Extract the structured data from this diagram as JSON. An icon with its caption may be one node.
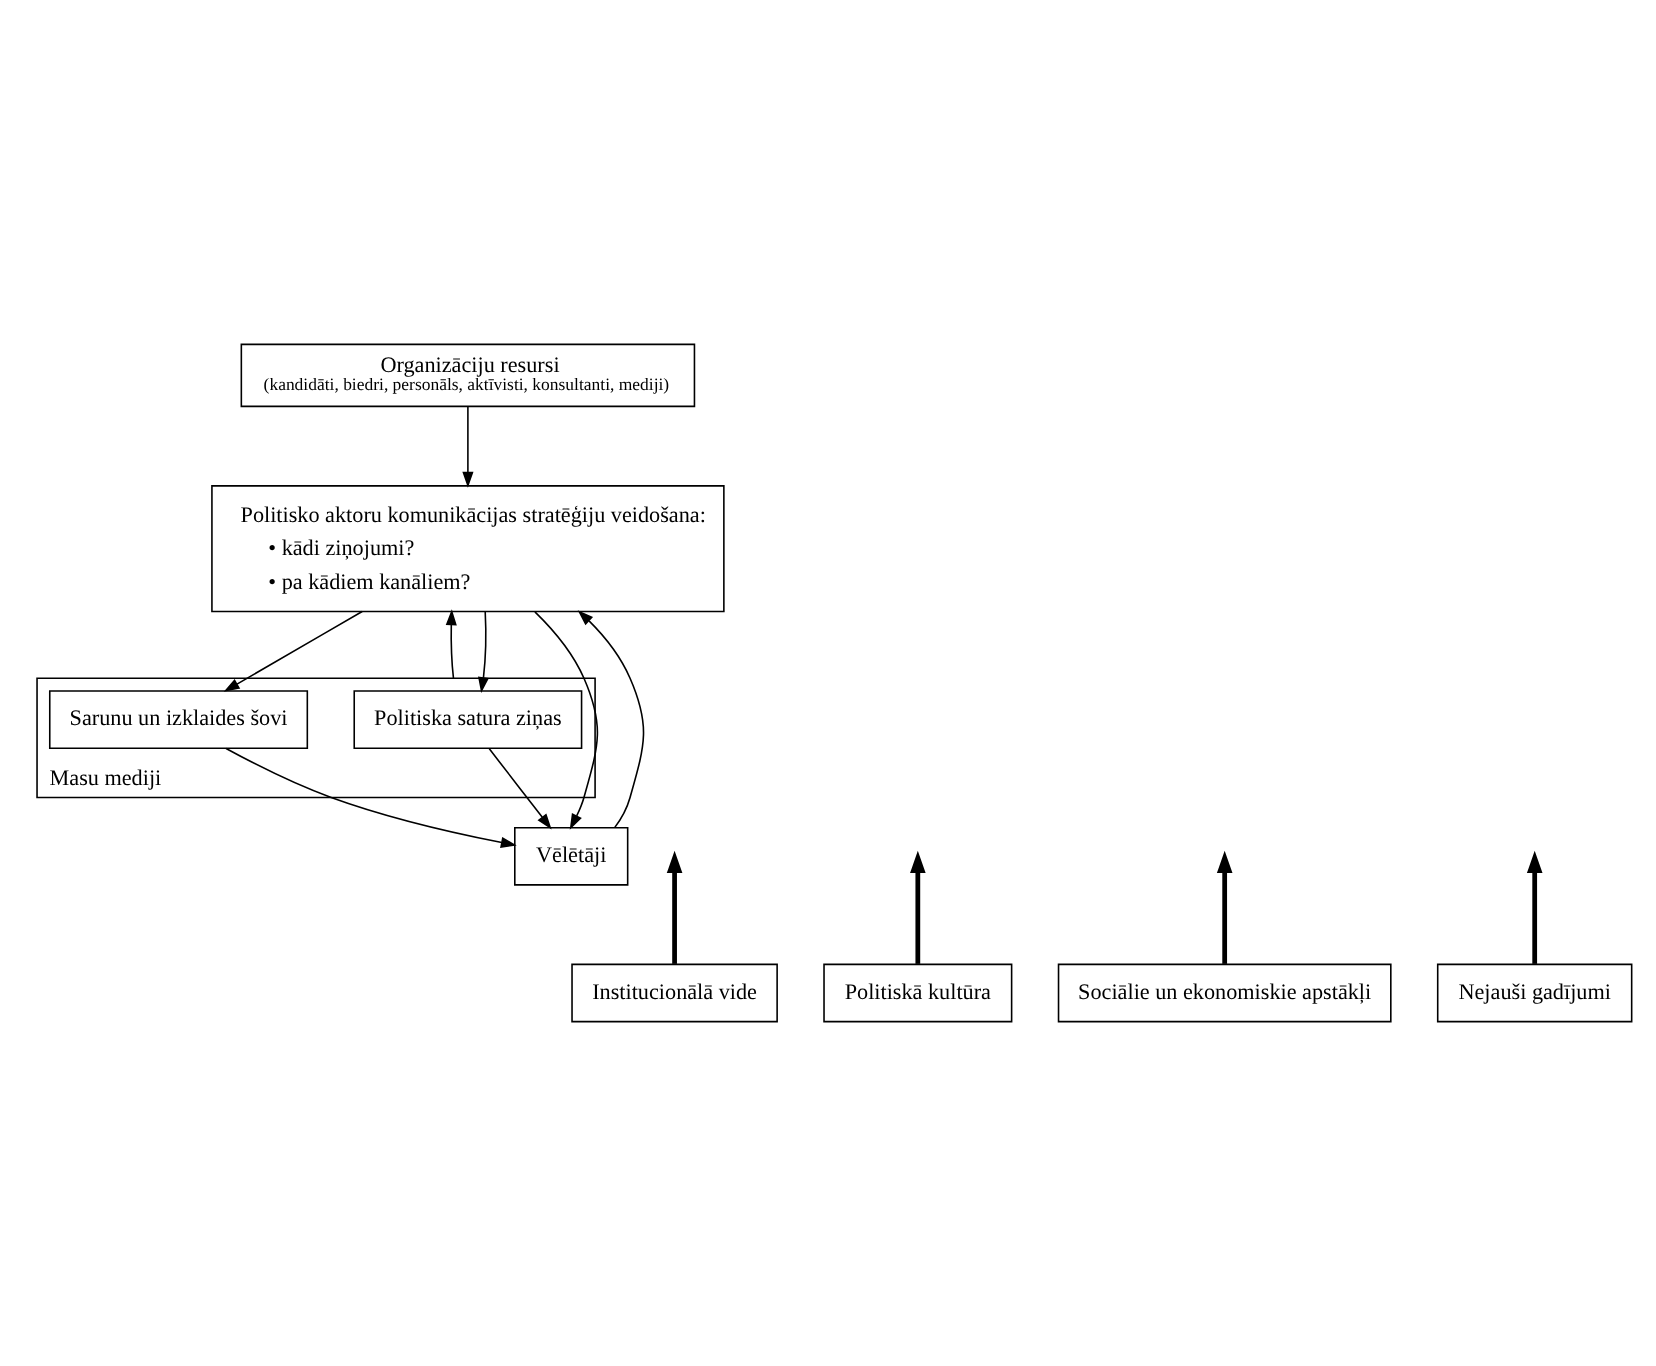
{
  "diagram": {
    "nodes": [
      {
        "text": [
          "Politisko aktoru komunikācijas stratēģiju veidošana:",
          "• kādi ziņojumi?",
          "• pa kādiem kanāliem?"
        ]
      },
      {
        "text": [
          "Masu mediji"
        ]
      },
      {
        "text": [
          "Politiska satura ziņas"
        ],
        "in": 1
      },
      {
        "text": [
          "Sarunu un izklaides šovi"
        ],
        "in": 1
      },
      {
        "text": [
          "Vēlētāji"
        ]
      },
      {
        "text": [
          "Organizāciju resursi",
          "(kandidāti, biedri, personāls, aktīvisti, konsultanti, mediji)"
        ]
      },
      {
        "text": [
          "Institucionālā vide"
        ]
      },
      {
        "text": [
          "Politiskā kultūra"
        ]
      },
      {
        "text": [
          "Sociālie un ekonomiskie apstākļi"
        ]
      },
      {
        "text": [
          "Nejauši gadījumi"
        ]
      }
    ],
    "edges": [
      {
        "from": 1,
        "to": 0,
        "arrow": "to"
      },
      {
        "from": 0,
        "to": 2,
        "arrow": "to"
      },
      {
        "from": 0,
        "to": 3,
        "arrow": "to"
      },
      {
        "from": 0,
        "to": 4,
        "arrow": "to"
      },
      {
        "from": 2,
        "to": 4,
        "arrow": "to"
      },
      {
        "from": 3,
        "to": 4,
        "arrow": "to"
      },
      {
        "from": 5,
        "to": 0,
        "arrow": "to"
      },
      {
        "from": 4,
        "to": 0,
        "arrow": "to"
      },
      {
        "from": 6,
        "to": null,
        "arrow": "to",
        "style": "thick"
      },
      {
        "from": 7,
        "to": null,
        "arrow": "to",
        "style": "thick"
      },
      {
        "from": 8,
        "to": null,
        "arrow": "to",
        "style": "thick"
      },
      {
        "from": 9,
        "to": null,
        "arrow": "to",
        "style": "thick"
      }
    ]
  }
}
